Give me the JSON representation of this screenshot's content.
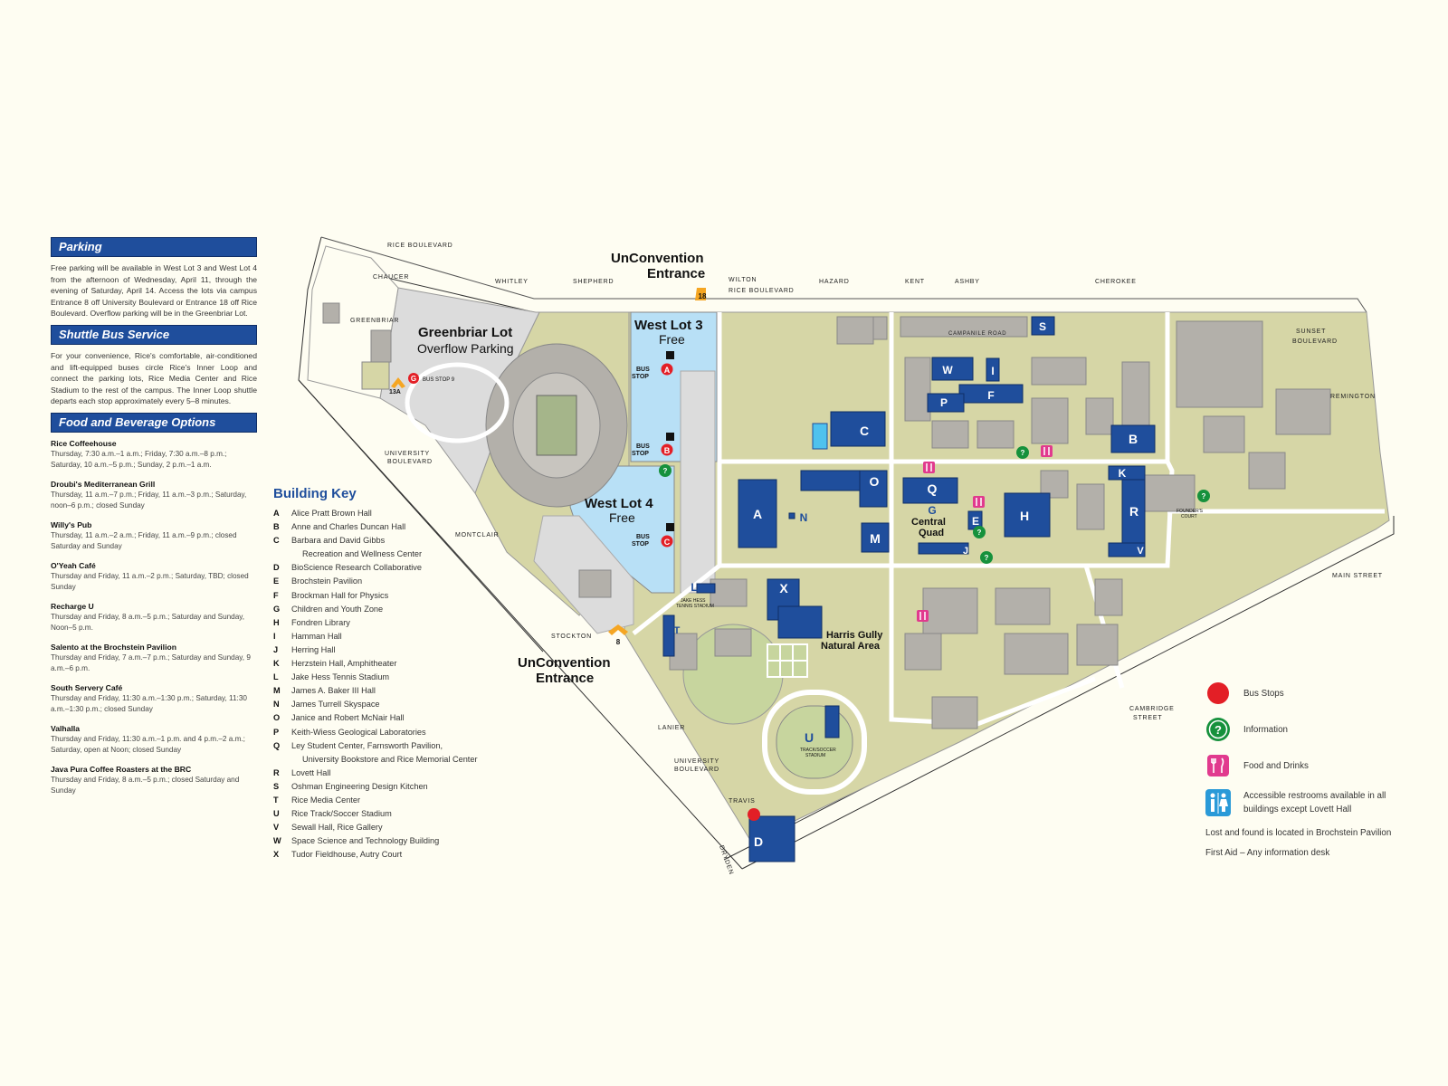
{
  "colors": {
    "page_bg": "#fefdf2",
    "campus_green": "#d6d6a6",
    "parking_gray": "#dcdcdc",
    "lot_blue": "#b8e0f6",
    "building_blue": "#1f4e9c",
    "building_gray": "#b3b0aa",
    "road_white": "#ffffff",
    "header_blue": "#1f4e9c",
    "bus_stop_red": "#e31f26",
    "info_green": "#16913c",
    "food_magenta": "#e13a8e",
    "restroom_blue": "#2a9ad8",
    "entrance_orange": "#f5a623"
  },
  "parking": {
    "title": "Parking",
    "text": "Free parking will be available in West Lot 3 and West Lot 4 from the afternoon of Wednesday, April 11, through the evening of Saturday, April 14. Access the lots via campus Entrance 8 off University Boulevard or Entrance 18 off Rice Boulevard. Overflow parking will be in the Greenbriar Lot."
  },
  "shuttle": {
    "title": "Shuttle Bus Service",
    "text": "For your convenience, Rice's comfortable, air-conditioned and lift-equipped buses circle Rice's Inner Loop and connect the parking lots, Rice Media Center and Rice Stadium to the rest of the campus. The Inner Loop shuttle departs each stop approximately every 5–8 minutes."
  },
  "food": {
    "title": "Food and Beverage Options",
    "items": [
      {
        "name": "Rice Coffeehouse",
        "hours": "Thursday, 7:30 a.m.–1 a.m.; Friday, 7:30 a.m.–8 p.m.; Saturday, 10 a.m.–5 p.m.; Sunday, 2 p.m.–1 a.m."
      },
      {
        "name": "Droubi's Mediterranean Grill",
        "hours": "Thursday, 11 a.m.–7 p.m.; Friday, 11 a.m.–3 p.m.; Saturday, noon–6 p.m.; closed Sunday"
      },
      {
        "name": "Willy's Pub",
        "hours": "Thursday, 11 a.m.–2 a.m.; Friday, 11 a.m.–9 p.m.; closed Saturday and Sunday"
      },
      {
        "name": "O'Yeah Café",
        "hours": "Thursday and Friday, 11 a.m.–2 p.m.; Saturday, TBD; closed Sunday"
      },
      {
        "name": "Recharge U",
        "hours": "Thursday and Friday, 8 a.m.–5 p.m.; Saturday and Sunday, Noon–5 p.m."
      },
      {
        "name": "Salento at the Brochstein Pavilion",
        "hours": "Thursday and Friday, 7 a.m.–7 p.m.; Saturday and Sunday, 9 a.m.–6 p.m."
      },
      {
        "name": "South Servery Café",
        "hours": "Thursday and Friday, 11:30 a.m.–1:30 p.m.; Saturday, 11:30 a.m.–1:30 p.m.; closed Sunday"
      },
      {
        "name": "Valhalla",
        "hours": "Thursday and Friday, 11:30 a.m.–1 p.m. and 4 p.m.–2 a.m.; Saturday, open at Noon; closed Sunday"
      },
      {
        "name": "Java Pura Coffee Roasters at the BRC",
        "hours": "Thursday and Friday, 8 a.m.–5 p.m.; closed Saturday and Sunday"
      }
    ]
  },
  "building_key": {
    "title": "Building Key",
    "items": [
      {
        "letter": "A",
        "name": "Alice Pratt Brown Hall"
      },
      {
        "letter": "B",
        "name": "Anne and Charles Duncan Hall"
      },
      {
        "letter": "C",
        "name": "Barbara and David Gibbs"
      },
      {
        "letter": "",
        "name": "Recreation and Wellness Center"
      },
      {
        "letter": "D",
        "name": "BioScience Research Collaborative"
      },
      {
        "letter": "E",
        "name": "Brochstein Pavilion"
      },
      {
        "letter": "F",
        "name": "Brockman Hall for Physics"
      },
      {
        "letter": "G",
        "name": "Children and Youth Zone"
      },
      {
        "letter": "H",
        "name": "Fondren Library"
      },
      {
        "letter": "I",
        "name": "Hamman Hall"
      },
      {
        "letter": "J",
        "name": "Herring Hall"
      },
      {
        "letter": "K",
        "name": "Herzstein Hall, Amphitheater"
      },
      {
        "letter": "L",
        "name": "Jake Hess Tennis Stadium"
      },
      {
        "letter": "M",
        "name": "James A. Baker III Hall"
      },
      {
        "letter": "N",
        "name": "James Turrell Skyspace"
      },
      {
        "letter": "O",
        "name": "Janice and Robert McNair Hall"
      },
      {
        "letter": "P",
        "name": "Keith-Wiess Geological Laboratories"
      },
      {
        "letter": "Q",
        "name": "Ley Student Center, Farnsworth Pavilion,"
      },
      {
        "letter": "",
        "name": "University Bookstore and Rice Memorial Center"
      },
      {
        "letter": "R",
        "name": "Lovett Hall"
      },
      {
        "letter": "S",
        "name": "Oshman Engineering Design Kitchen"
      },
      {
        "letter": "T",
        "name": "Rice Media Center"
      },
      {
        "letter": "U",
        "name": "Rice Track/Soccer Stadium"
      },
      {
        "letter": "V",
        "name": "Sewall Hall, Rice Gallery"
      },
      {
        "letter": "W",
        "name": "Space Science and Technology Building"
      },
      {
        "letter": "X",
        "name": "Tudor Fieldhouse, Autry Court"
      }
    ]
  },
  "streets": {
    "rice_blvd_top": "RICE BOULEVARD",
    "chaucer": "CHAUCER",
    "greenbriar": "GREENBRIAR",
    "whitley": "WHITLEY",
    "shepherd": "SHEPHERD",
    "wilton": "WILTON",
    "rice_blvd": "RICE BOULEVARD",
    "hazard": "HAZARD",
    "kent": "KENT",
    "ashby": "ASHBY",
    "cherokee": "CHEROKEE",
    "sunset_1": "SUNSET",
    "sunset_2": "BOULEVARD",
    "remington": "REMINGTON",
    "main_street": "MAIN STREET",
    "cambridge_1": "CAMBRIDGE",
    "cambridge_2": "STREET",
    "univ_blvd_1_a": "UNIVERSITY",
    "univ_blvd_1_b": "BOULEVARD",
    "montclair": "MONTCLAIR",
    "stockton": "STOCKTON",
    "lanier": "LANIER",
    "univ_blvd_2_a": "UNIVERSITY",
    "univ_blvd_2_b": "BOULEVARD",
    "travis": "TRAVIS",
    "dryden": "DRYDEN",
    "campanile": "CAMPANILE ROAD"
  },
  "map_labels": {
    "entrance_top_1": "UnConvention",
    "entrance_top_2": "Entrance",
    "entrance_top_num": "18",
    "entrance_bottom_1": "UnConvention",
    "entrance_bottom_2": "Entrance",
    "entrance_bottom_num": "8",
    "greenbriar_1": "Greenbriar Lot",
    "greenbriar_2": "Overflow Parking",
    "bus_stop_9": "BUS STOP 9",
    "bus_stop_13a": "13A",
    "west3_1": "West Lot 3",
    "west3_2": "Free",
    "west4_1": "West Lot 4",
    "west4_2": "Free",
    "bus_word": "BUS",
    "stop_word": "STOP",
    "stop_g": "G",
    "stop_a": "A",
    "stop_b": "B",
    "stop_c": "C",
    "central_quad_1": "Central",
    "central_quad_2": "Quad",
    "harris_1": "Harris Gully",
    "harris_2": "Natural Area",
    "tennis_1": "JAKE HESS",
    "tennis_2": "TENNIS STADIUM",
    "track_1": "TRACK/SOCCER",
    "track_2": "STADIUM",
    "founders_1": "FOUNDER'S",
    "founders_2": "COURT"
  },
  "building_letters": [
    "A",
    "B",
    "C",
    "D",
    "E",
    "F",
    "G",
    "H",
    "I",
    "J",
    "K",
    "L",
    "M",
    "N",
    "O",
    "P",
    "Q",
    "R",
    "S",
    "T",
    "U",
    "V",
    "W",
    "X"
  ],
  "legend": {
    "bus_stops": "Bus Stops",
    "information": "Information",
    "food": "Food and Drinks",
    "restrooms": "Accessible restrooms available in all buildings except Lovett Hall",
    "lost_found": "Lost and found is located in Brochstein Pavilion",
    "first_aid": "First Aid – Any information desk",
    "icons": [
      "bus-stop-icon",
      "information-icon",
      "food-and-drinks-icon",
      "restroom-icon"
    ]
  }
}
